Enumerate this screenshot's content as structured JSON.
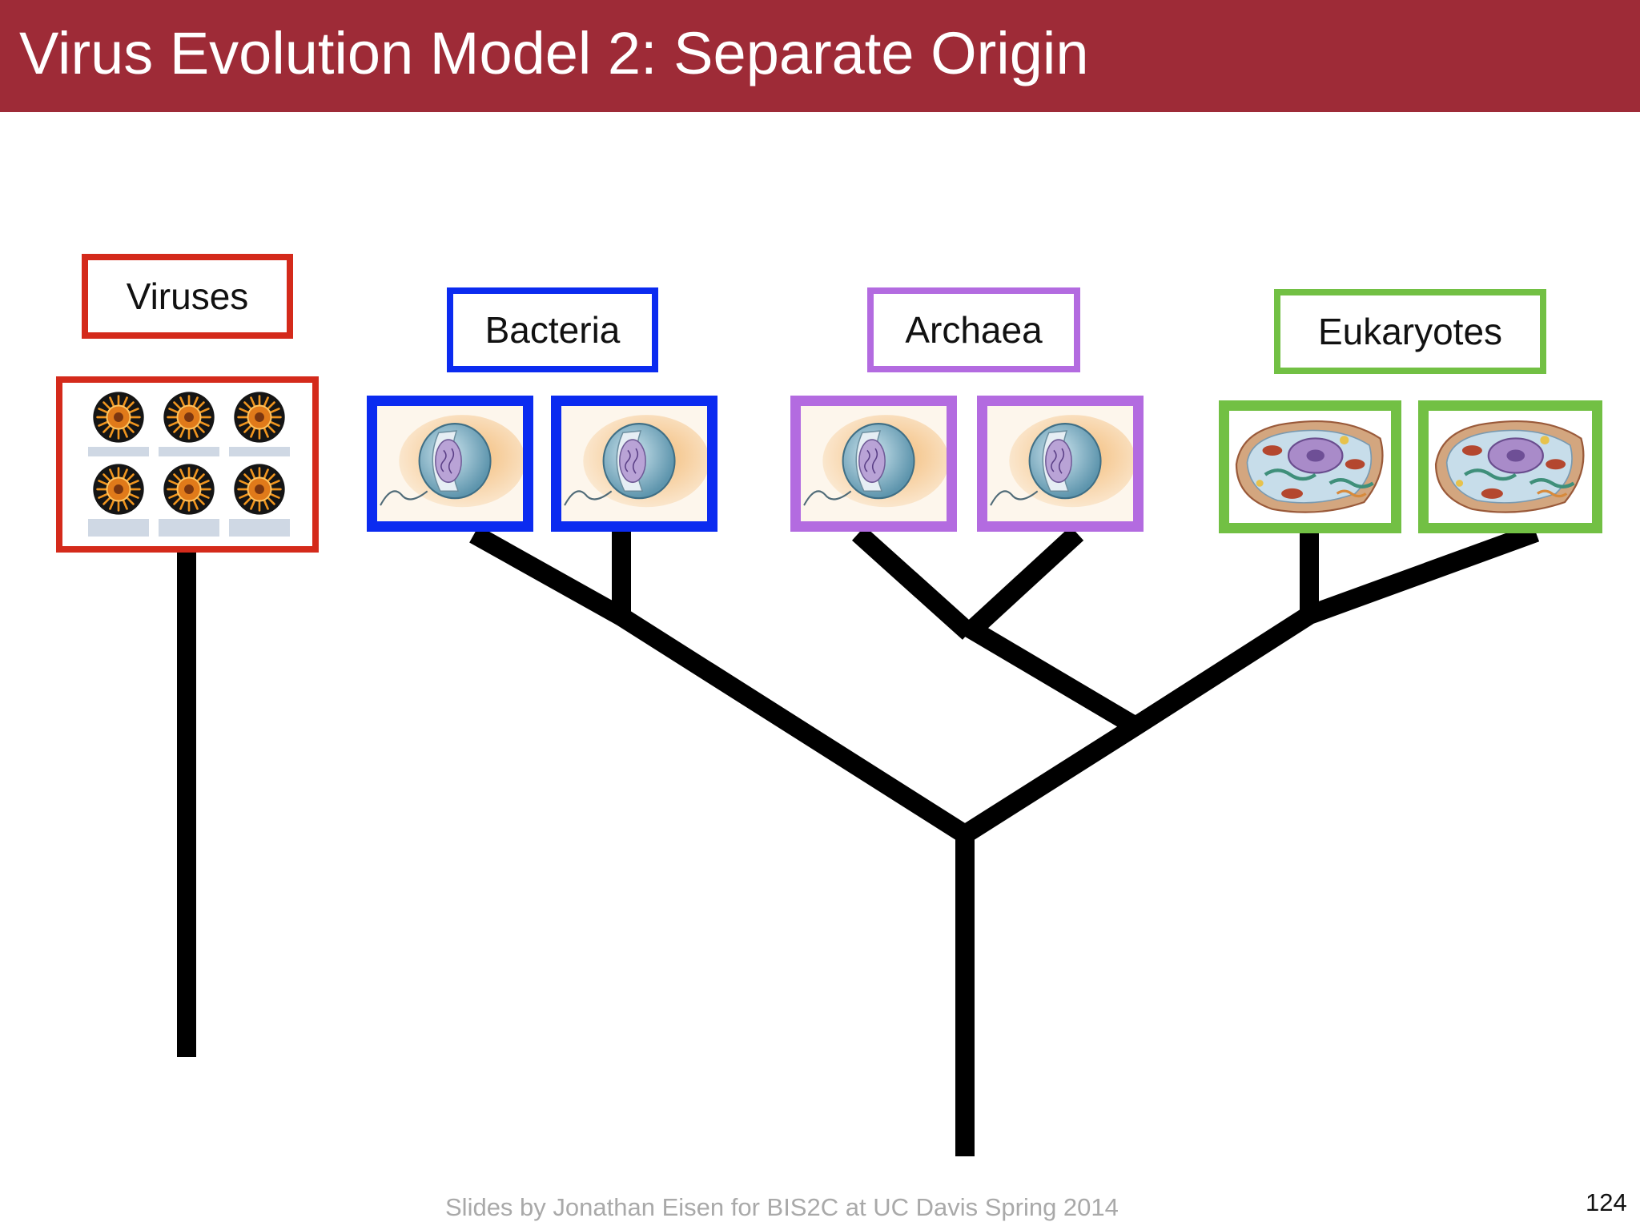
{
  "slide": {
    "title": "Virus Evolution Model 2: Separate Origin",
    "footer": "Slides by Jonathan Eisen for BIS2C at UC Davis Spring 2014",
    "page_number": "124"
  },
  "groups": [
    {
      "label": "Viruses",
      "color": "#d42a1b"
    },
    {
      "label": "Bacteria",
      "color": "#0b2bf0"
    },
    {
      "label": "Archaea",
      "color": "#b36be0"
    },
    {
      "label": "Eukaryotes",
      "color": "#72c044"
    }
  ],
  "colors": {
    "title_bar": "#9e2b37",
    "tree_lines": "#000000"
  },
  "icons": {
    "virus_collage": "virus-gallery-icon",
    "prokaryote_cell": "prokaryote-cell-icon",
    "eukaryote_cell": "eukaryote-cell-icon"
  }
}
